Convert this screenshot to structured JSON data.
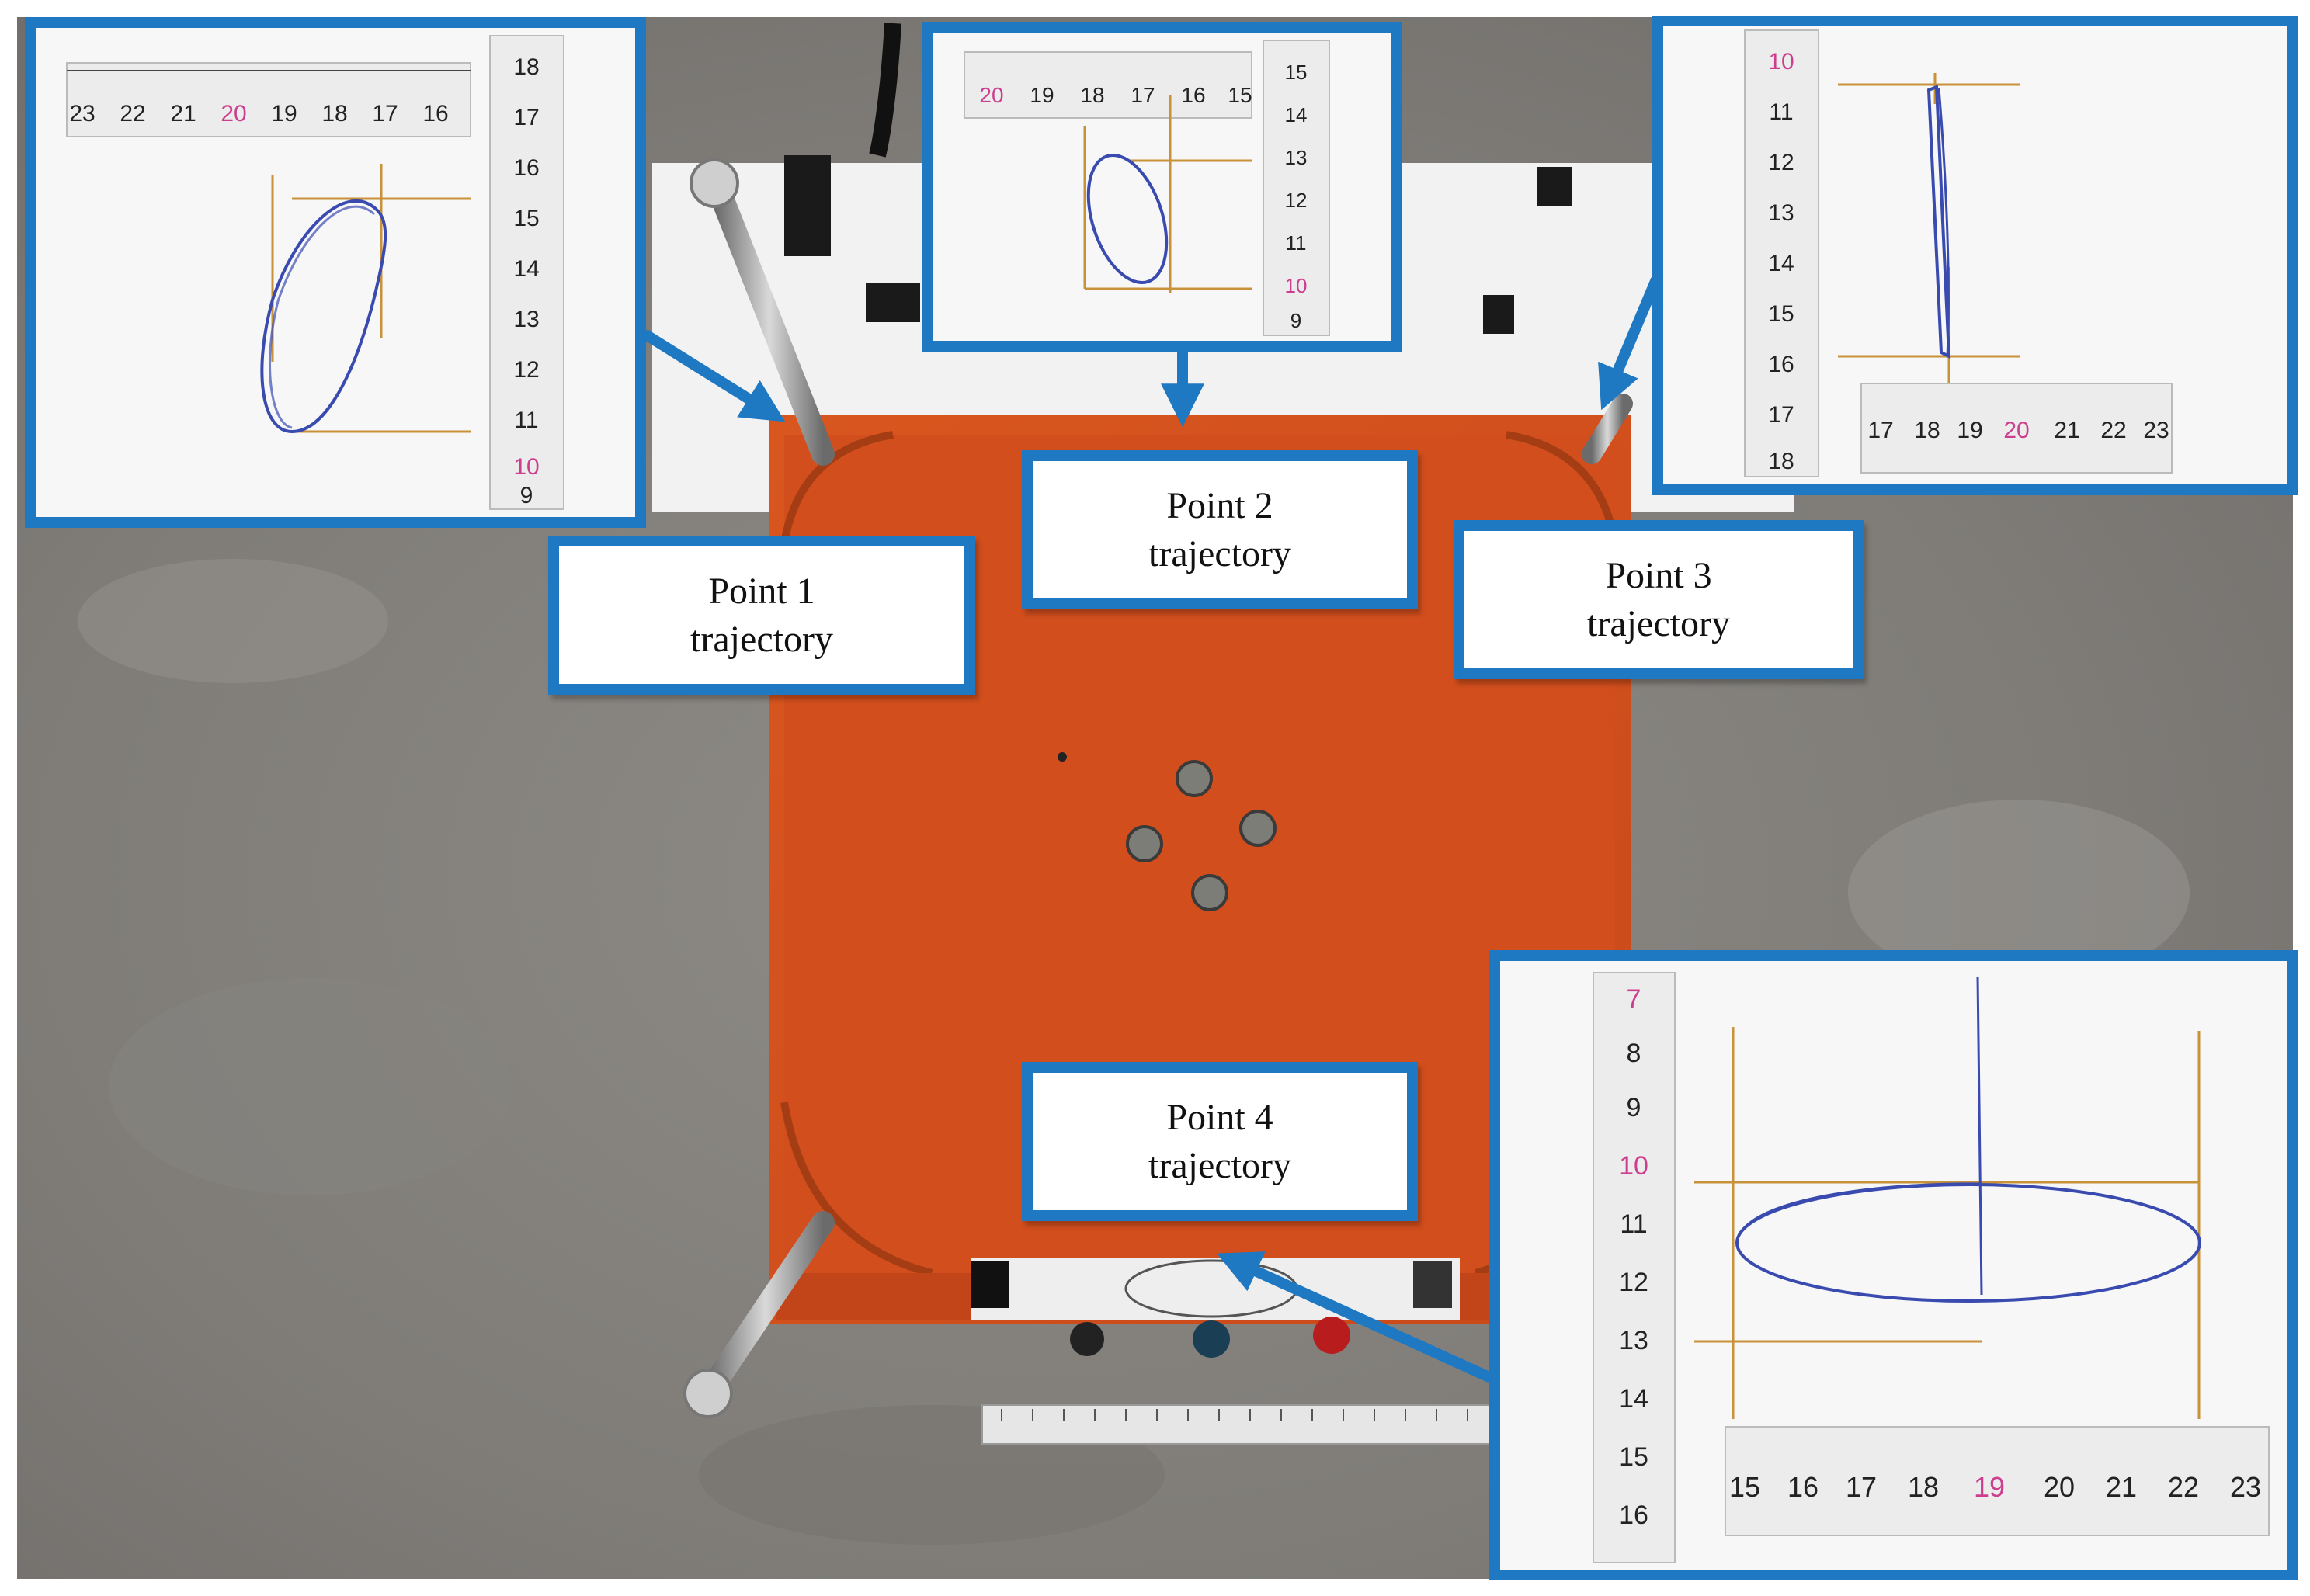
{
  "colors": {
    "frame_blue": "#1f78c2",
    "orange_plate": "#d4501d",
    "concrete": "#8a8783",
    "trajectory_ink": "#3a4bb0",
    "guide_lines": "#c8923a",
    "ruler_pink": "#cc3f8f"
  },
  "callouts": {
    "point1": {
      "line1": "Point  1",
      "line2": "trajectory"
    },
    "point2": {
      "line1": "Point  2",
      "line2": "trajectory"
    },
    "point3": {
      "line1": "Point  3",
      "line2": "trajectory"
    },
    "point4": {
      "line1": "Point  4",
      "line2": "trajectory"
    }
  },
  "rulers": {
    "inset1_top": [
      "23",
      "22",
      "21",
      "20",
      "19",
      "18",
      "17",
      "16"
    ],
    "inset1_side": [
      "18",
      "17",
      "16",
      "15",
      "14",
      "13",
      "12",
      "11",
      "10",
      "9"
    ],
    "inset2_top": [
      "20",
      "19",
      "18",
      "17",
      "16",
      "15"
    ],
    "inset2_side": [
      "15",
      "14",
      "13",
      "12",
      "11",
      "10",
      "9"
    ],
    "inset3_side": [
      "10",
      "11",
      "12",
      "13",
      "14",
      "15",
      "16",
      "17",
      "18"
    ],
    "inset3_bottom": [
      "17",
      "18",
      "19",
      "20",
      "21",
      "22",
      "23"
    ],
    "inset4_side": [
      "7",
      "8",
      "9",
      "10",
      "11",
      "12",
      "13",
      "14",
      "15",
      "16"
    ],
    "inset4_bottom": [
      "15",
      "16",
      "17",
      "18",
      "19",
      "20",
      "21",
      "22",
      "23"
    ]
  },
  "icons": [
    "arrow-icon"
  ]
}
